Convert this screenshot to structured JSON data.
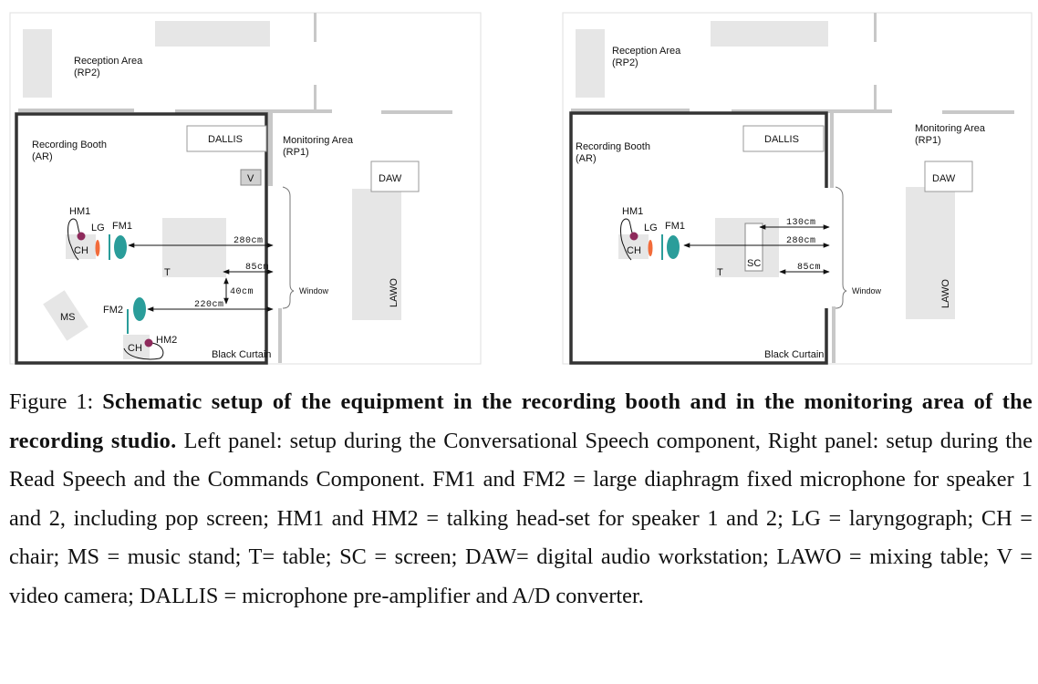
{
  "figure": {
    "left_panel": {
      "description": "Conversational Speech setup",
      "rooms": {
        "reception": [
          "Reception Area",
          "(RP2)"
        ],
        "booth": [
          "Recording  Booth",
          "(AR)"
        ],
        "monitoring": [
          "Monitoring  Area",
          "(RP1)"
        ]
      },
      "equipment": {
        "dallis": "DALLIS",
        "video": "V",
        "daw": "DAW",
        "lawo": "LAWO",
        "table": "T",
        "music_stand": "MS",
        "chair1": "CH",
        "chair2": "CH",
        "hm1": "HM1",
        "hm2": "HM2",
        "lg": "LG",
        "fm1": "FM1",
        "fm2": "FM2",
        "window": "Window",
        "curtain": "Black Curtain"
      },
      "distances": {
        "fm1_to_window": "280cm",
        "table_to_window": "85cm",
        "table_to_fm2_line": "40cm",
        "fm2_to_window": "220cm"
      }
    },
    "right_panel": {
      "description": "Read Speech and Commands setup",
      "rooms": {
        "reception": [
          "Reception Area",
          "(RP2)"
        ],
        "booth": [
          "Recording  Booth",
          "(AR)"
        ],
        "monitoring": [
          "Monitoring  Area",
          "(RP1)"
        ]
      },
      "equipment": {
        "dallis": "DALLIS",
        "daw": "DAW",
        "lawo": "LAWO",
        "table": "T",
        "screen": "SC",
        "chair1": "CH",
        "hm1": "HM1",
        "lg": "LG",
        "fm1": "FM1",
        "window": "Window",
        "curtain": "Black Curtain"
      },
      "distances": {
        "screen_to_window": "130cm",
        "fm1_to_window": "280cm",
        "table_to_window": "85cm"
      }
    },
    "colors": {
      "mic_teal": "#2a9d9a",
      "headset_purple": "#8e2a5c",
      "laryngograph_orange": "#f26b3a",
      "furniture_gray": "#e6e6e6",
      "wall_gray": "#c8c8c8",
      "booth_wall": "#333333"
    }
  },
  "caption": {
    "label": "Figure 1:",
    "title": "Schematic setup of the equipment in the recording booth and in the monitoring area of the recording studio.",
    "body": "Left panel: setup during the Conversational Speech component, Right panel: setup during the Read Speech and the Commands Component. FM1 and FM2 = large diaphragm fixed microphone for speaker 1 and 2, including pop screen; HM1 and HM2 = talking head-set for speaker 1 and 2; LG = laryngograph; CH = chair; MS = music stand; T= table; SC = screen; DAW= digital audio workstation; LAWO = mixing table; V = video camera; DALLIS = microphone pre-amplifier and A/D converter."
  }
}
